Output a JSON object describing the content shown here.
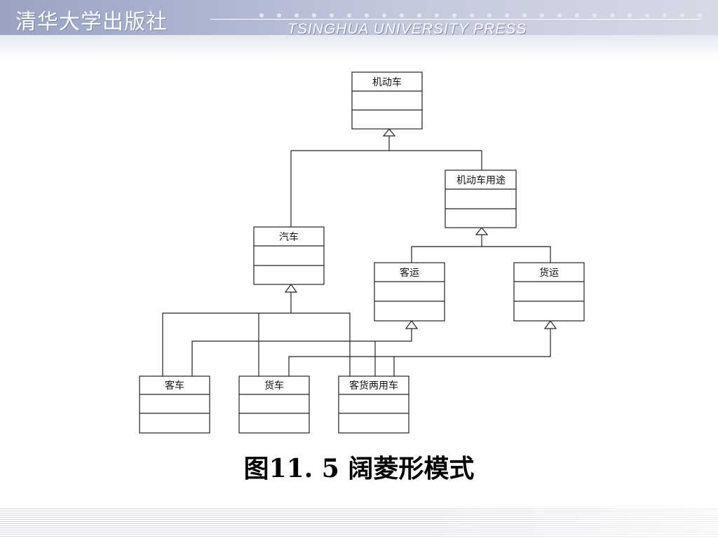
{
  "header": {
    "publisher_cn": "清华大学出版社",
    "publisher_en": "TSINGHUA UNIVERSITY PRESS"
  },
  "diagram": {
    "classes": {
      "motor_vehicle": "机动车",
      "vehicle_purpose": "机动车用途",
      "automobile": "汽车",
      "passenger_transport": "客运",
      "freight_transport": "货运",
      "passenger_car": "客车",
      "truck": "货车",
      "dual_purpose_car": "客货两用车"
    }
  },
  "caption": "图11. 5 阔菱形模式"
}
